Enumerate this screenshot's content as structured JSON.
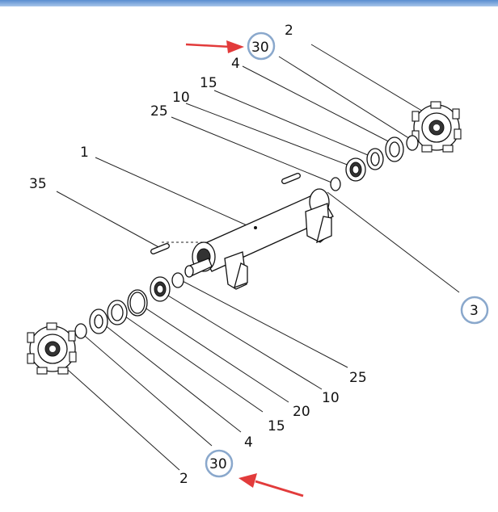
{
  "labels": {
    "top_2": "2",
    "top_30": "30",
    "top_4": "4",
    "top_15": "15",
    "top_10": "10",
    "top_25": "25",
    "part_1": "1",
    "part_35": "35",
    "right_3": "3",
    "bottom_25": "25",
    "bottom_10": "10",
    "bottom_20": "20",
    "bottom_15": "15",
    "bottom_4": "4",
    "bottom_30": "30",
    "bottom_2": "2"
  },
  "colors": {
    "callout_ring": "#8aa8cc",
    "arrow": "#e23b3b",
    "top_bar": "#5a8ed0"
  }
}
